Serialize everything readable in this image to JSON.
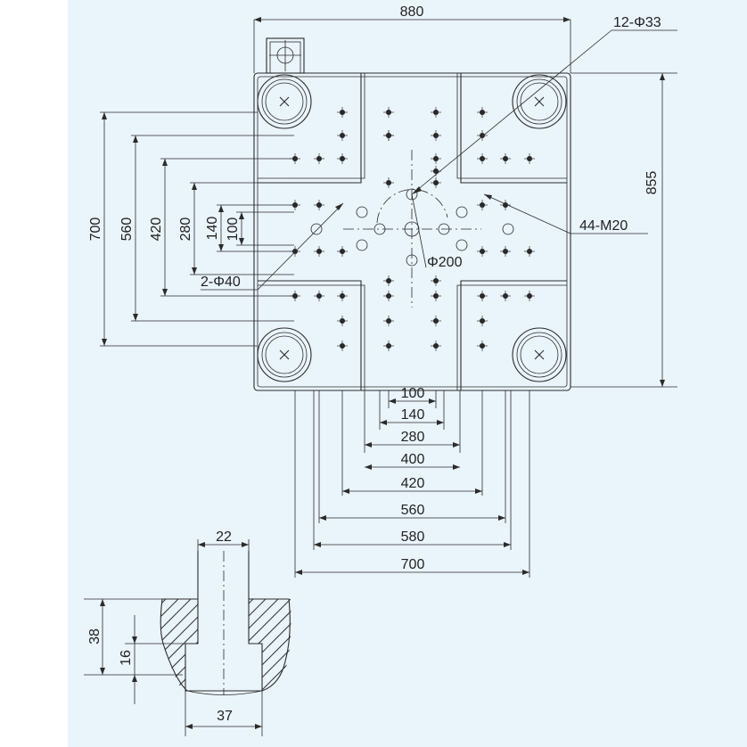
{
  "dimensions": {
    "top_width": "880",
    "right_height": "855",
    "left_700": "700",
    "left_560": "560",
    "left_420": "420",
    "left_280": "280",
    "left_140": "140",
    "left_100": "100",
    "bottom_100": "100",
    "bottom_140": "140",
    "bottom_280": "280",
    "bottom_400": "400",
    "bottom_420": "420",
    "bottom_560": "560",
    "bottom_580": "580",
    "bottom_700": "700"
  },
  "callouts": {
    "tie_bar_holes": "12-Φ33",
    "tapped_holes": "44-M20",
    "locating_holes": "2-Φ40",
    "locating_ring": "Φ200"
  },
  "slot_section": {
    "top_width": "22",
    "total_depth": "38",
    "neck_depth": "16",
    "bottom_width": "37"
  }
}
